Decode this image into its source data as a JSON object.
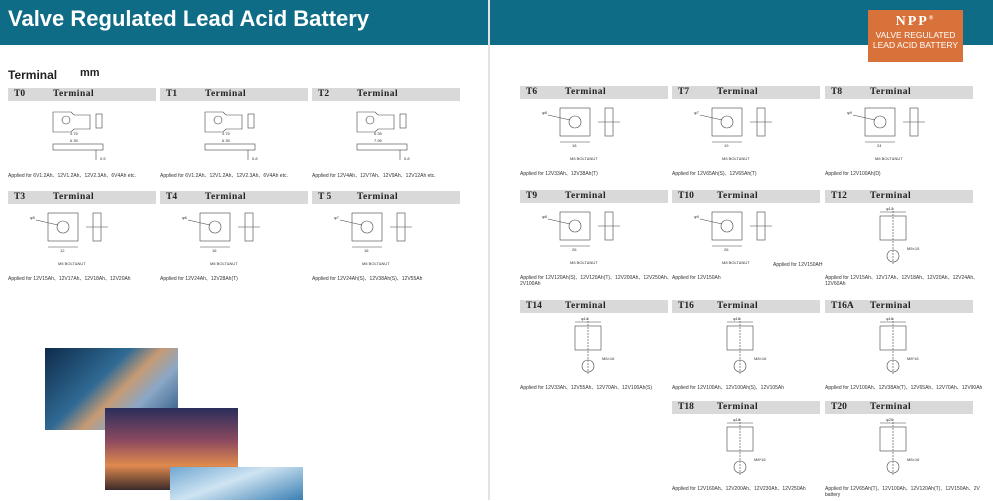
{
  "doc_title": "Valve Regulated Lead Acid Battery",
  "logo": {
    "brand": "NPP",
    "reg": "®",
    "line1": "VALVE REGULATED",
    "line2": "LEAD ACID BATTERY"
  },
  "section_title": "Terminal",
  "units": "mm",
  "label_terminal": "Terminal",
  "terminals": [
    {
      "id": "T0",
      "applied": "Applied for 6V1.2Ah、12V1.2Ah、12V2.3Ah、6V4Ah etc.",
      "kind": "faston",
      "dims": [
        "4.75",
        "6.35",
        "0.5"
      ]
    },
    {
      "id": "T1",
      "applied": "Applied for 6V1.2Ah、12V1.2Ah、12V2.3Ah、6V4Ah etc.",
      "kind": "faston",
      "dims": [
        "4.75",
        "6.35",
        "0.8"
      ]
    },
    {
      "id": "T2",
      "applied": "Applied for 12V4Ah、12V7Ah、12V9Ah、12V12Ah etc.",
      "kind": "faston",
      "dims": [
        "6.35",
        "7.95",
        "0.8"
      ]
    },
    {
      "id": "T3",
      "applied": "Applied for 12V15Ah、12V17Ah、12V18Ah、12V20Ah",
      "kind": "square",
      "dims": [
        "12",
        "M5  BOLT&NUT",
        "φ5"
      ]
    },
    {
      "id": "T4",
      "applied": "Applied for 12V24Ah、12V28Ah(T)",
      "kind": "square",
      "dims": [
        "16",
        "M6  BOLT&NUT",
        "φ6"
      ]
    },
    {
      "id": "T 5",
      "applied": "Applied for 12V24Ah(S)、12V38Ah(S)、12V55Ah",
      "kind": "square",
      "dims": [
        "16",
        "M6  BOLT&NUT",
        "φ7"
      ]
    },
    {
      "id": "T6",
      "applied": "Applied for 12V33Ah、12V38Ah(T)",
      "kind": "square",
      "dims": [
        "18",
        "M6  BOLT&NUT",
        "φ8"
      ]
    },
    {
      "id": "T7",
      "applied": "Applied for 12V65Ah(S)、12V65Ah(T)",
      "kind": "square",
      "dims": [
        "19",
        "M6  BOLT&NUT",
        "φ7"
      ]
    },
    {
      "id": "T8",
      "applied": "Applied for 12V100Ah(D)",
      "kind": "square",
      "dims": [
        "24",
        "M6  BOLT&NUT",
        "φ9"
      ]
    },
    {
      "id": "T9",
      "applied": "Applied for 12V120Ah(S)、12V120Ah(T)、12V200Ah、12V250Ah、2V100Ah",
      "kind": "square",
      "dims": [
        "26",
        "M6  BOLT&NUT",
        "φ8"
      ]
    },
    {
      "id": "T10",
      "applied": "Applied for 12V150Ah",
      "kind": "square",
      "dims": [
        "26",
        "M8  BOLT&NUT",
        "φ9"
      ]
    },
    {
      "id": "T12",
      "applied": "Applied for 12V15Ah、12V17Ah、12V18Ah、12V20Ah、12V24Ah、12V60Ah",
      "kind": "post",
      "dims": [
        "φ12",
        "M5×15"
      ]
    },
    {
      "id": "T14",
      "applied": "Applied for 12V33Ah、12V55Ah、12V70Ah、12V100Ah(S)",
      "kind": "post",
      "dims": [
        "φ14",
        "M6×16"
      ]
    },
    {
      "id": "T16",
      "applied": "Applied for 12V100Ah、12V100Ah(S)、12V105Ah",
      "kind": "post",
      "dims": [
        "φ16",
        "M8×16"
      ]
    },
    {
      "id": "T16A",
      "applied": "Applied for 12V100Ah、12V38Ah(T)、12V65Ah、12V70Ah、12V90Ah",
      "kind": "post",
      "dims": [
        "φ16",
        "M8*16"
      ]
    },
    {
      "id": "T18",
      "applied": "Applied for 12V160Ah、12V200Ah、12V230Ah、12V250Ah",
      "kind": "post",
      "dims": [
        "φ18",
        "M8*16"
      ]
    },
    {
      "id": "T20",
      "applied": "Applied for 12V65Ah(T)、12V100Ah、12V120Ah(T)、12V150Ah、2V  battery",
      "kind": "post",
      "dims": [
        "φ20",
        "M8×16"
      ]
    }
  ],
  "extra_note": "Applied for 12V150AH"
}
